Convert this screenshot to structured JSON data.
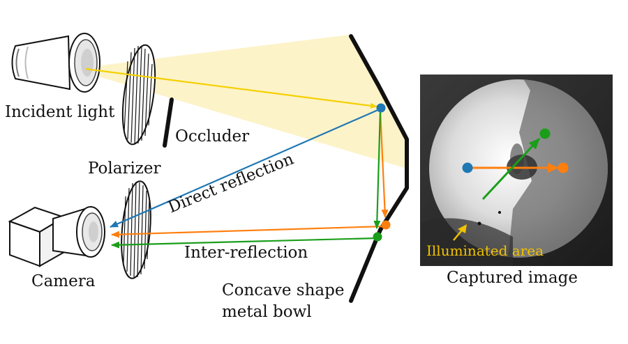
{
  "labels": {
    "incident_light": "Incident light",
    "occluder": "Occluder",
    "polarizer": "Polarizer",
    "direct_reflection": "Direct reflection",
    "camera": "Camera",
    "inter_reflection": "Inter-reflection",
    "bowl_line1": "Concave shape",
    "bowl_line2": "metal bowl",
    "illuminated_area": "Illuminated area",
    "captured_image": "Captured image"
  },
  "colors": {
    "light_beam": "#FDF3C9",
    "incident_ray": "#F5D000",
    "direct_ray": "#1F77B4",
    "inter_orange": "#FF7F0E",
    "inter_green": "#1A9E1A",
    "illuminated_text": "#F2C200",
    "outline": "#111111"
  },
  "icons": {
    "light_source": "flashlight-icon",
    "camera": "camera-icon",
    "polarizer": "polarizer-icon"
  }
}
